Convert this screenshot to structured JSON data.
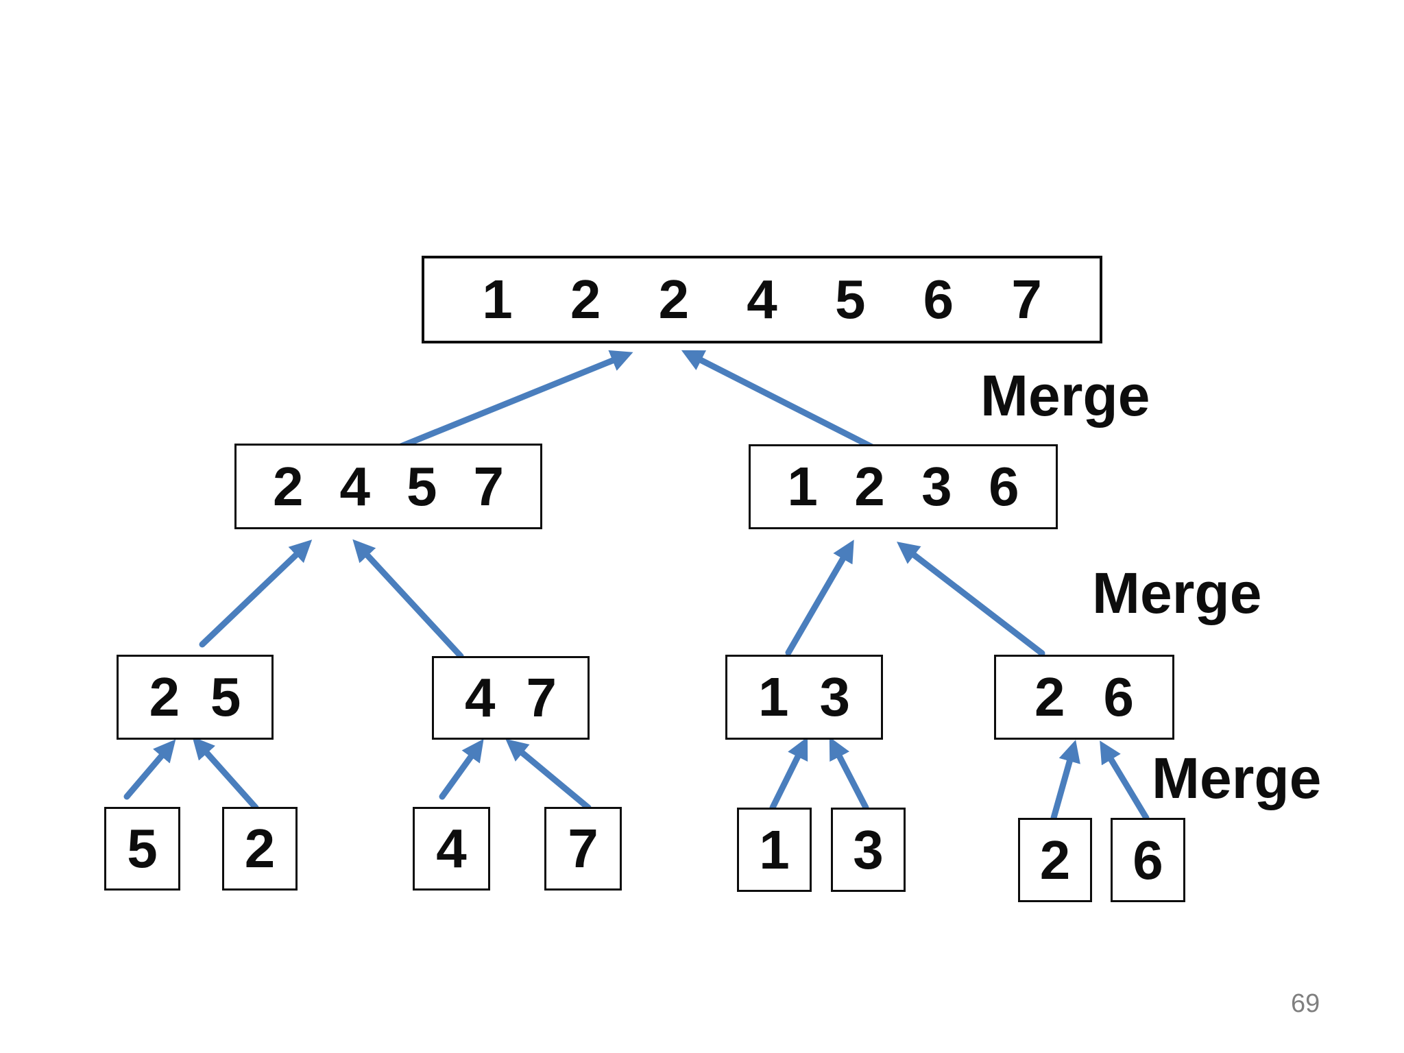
{
  "slide": {
    "page_number": "69",
    "merge_labels": [
      "Merge",
      "Merge",
      "Merge"
    ],
    "colors": {
      "background": "#ffffff",
      "box_border": "#0d0d0d",
      "digit_text": "#0d0d0d",
      "arrow_blue": "#4a7ebd",
      "page_number_gray": "#7f7f7f"
    }
  },
  "tree": {
    "level1": {
      "digits": [
        "1",
        "2",
        "2",
        "4",
        "5",
        "6",
        "7"
      ]
    },
    "level2": [
      {
        "digits": [
          "2",
          "4",
          "5",
          "7"
        ]
      },
      {
        "digits": [
          "1",
          "2",
          "3",
          "6"
        ]
      }
    ],
    "level3": [
      {
        "digits": [
          "2",
          "5"
        ]
      },
      {
        "digits": [
          "4",
          "7"
        ]
      },
      {
        "digits": [
          "1",
          "3"
        ]
      },
      {
        "digits": [
          "2",
          "6"
        ]
      }
    ],
    "level4": [
      {
        "digit": "5"
      },
      {
        "digit": "2"
      },
      {
        "digit": "4"
      },
      {
        "digit": "7"
      },
      {
        "digit": "1"
      },
      {
        "digit": "3"
      },
      {
        "digit": "2"
      },
      {
        "digit": "6"
      }
    ]
  }
}
